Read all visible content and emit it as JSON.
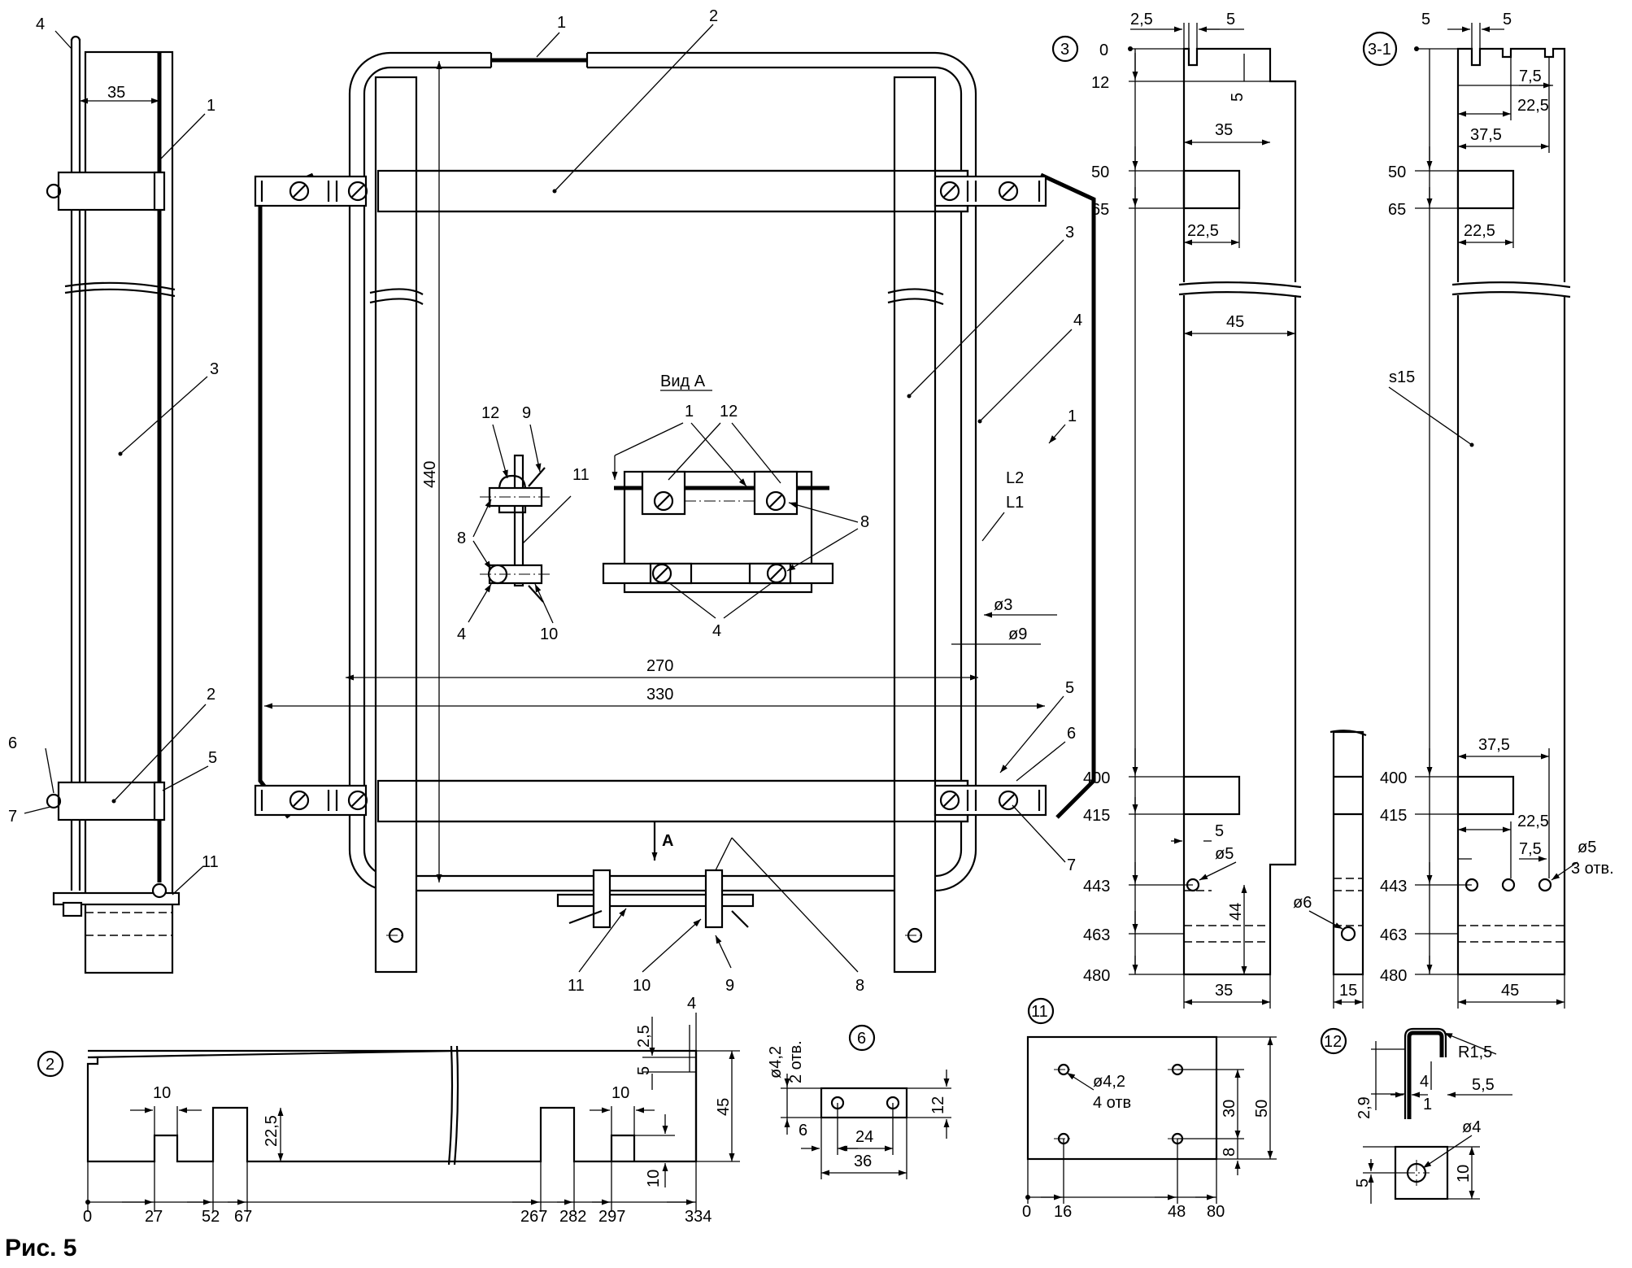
{
  "caption": "Рис. 5",
  "view_a_title": "Вид А",
  "arrow_a_label": "А",
  "callouts": {
    "n1": "1",
    "n2": "2",
    "n3": "3",
    "n4": "4",
    "n5": "5",
    "n6": "6",
    "n7": "7",
    "n8": "8",
    "n9": "9",
    "n10": "10",
    "n11": "11",
    "n12": "12"
  },
  "coil_labels": {
    "l1": "L1",
    "l2": "L2"
  },
  "part_markers": {
    "p2": "2",
    "p3": "3",
    "p3_1": "3-1",
    "p6": "6",
    "p11": "11",
    "p12": "12"
  },
  "main_dims": {
    "w270": "270",
    "w330": "330",
    "h440": "440",
    "d3": "ø3",
    "d9": "ø9",
    "side35": "35"
  },
  "part3_dims": {
    "top_25": "2,5",
    "top_5": "5",
    "slot_5": "5",
    "w35": "35",
    "w22_5": "22,5",
    "w45": "45",
    "v5": "5",
    "hole5": "ø5",
    "h44": "44",
    "w35b": "35",
    "levels": [
      "0",
      "12",
      "50",
      "65",
      "400",
      "415",
      "443",
      "463",
      "480"
    ]
  },
  "part15_dims": {
    "hole6": "ø6",
    "w15": "15"
  },
  "part3_1_dims": {
    "top_5a": "5",
    "top_5b": "5",
    "w7_5": "7,5",
    "w22_5": "22,5",
    "w37_5": "37,5",
    "w22_5b": "22,5",
    "thickness": "s15",
    "w37_5b": "37,5",
    "w22_5c": "22,5",
    "w7_5b": "7,5",
    "holes": "ø5",
    "holes_count": "3 отв.",
    "w45": "45"
  },
  "part2_dims": {
    "x": [
      "0",
      "27",
      "52",
      "67",
      "267",
      "282",
      "297",
      "334"
    ],
    "w10a": "10",
    "w10b": "10",
    "h22_5": "22,5",
    "h45": "45",
    "h10": "10",
    "v2_5": "2,5",
    "v5": "5",
    "w4": "4"
  },
  "part6_dims": {
    "holes": "ø4,2",
    "holes_count": "2 отв.",
    "v6": "6",
    "w24": "24",
    "w36": "36",
    "h12": "12"
  },
  "part11_dims": {
    "holes": "ø4,2",
    "holes_count": "4 отв",
    "x": [
      "0",
      "16",
      "48",
      "80"
    ],
    "h30": "30",
    "h50": "50",
    "h8": "8"
  },
  "part12_dims": {
    "r": "R1,5",
    "v2_9": "2,9",
    "v4": "4",
    "v1": "1",
    "v5_5": "5,5",
    "hole": "ø4",
    "h5": "5",
    "h10": "10"
  }
}
